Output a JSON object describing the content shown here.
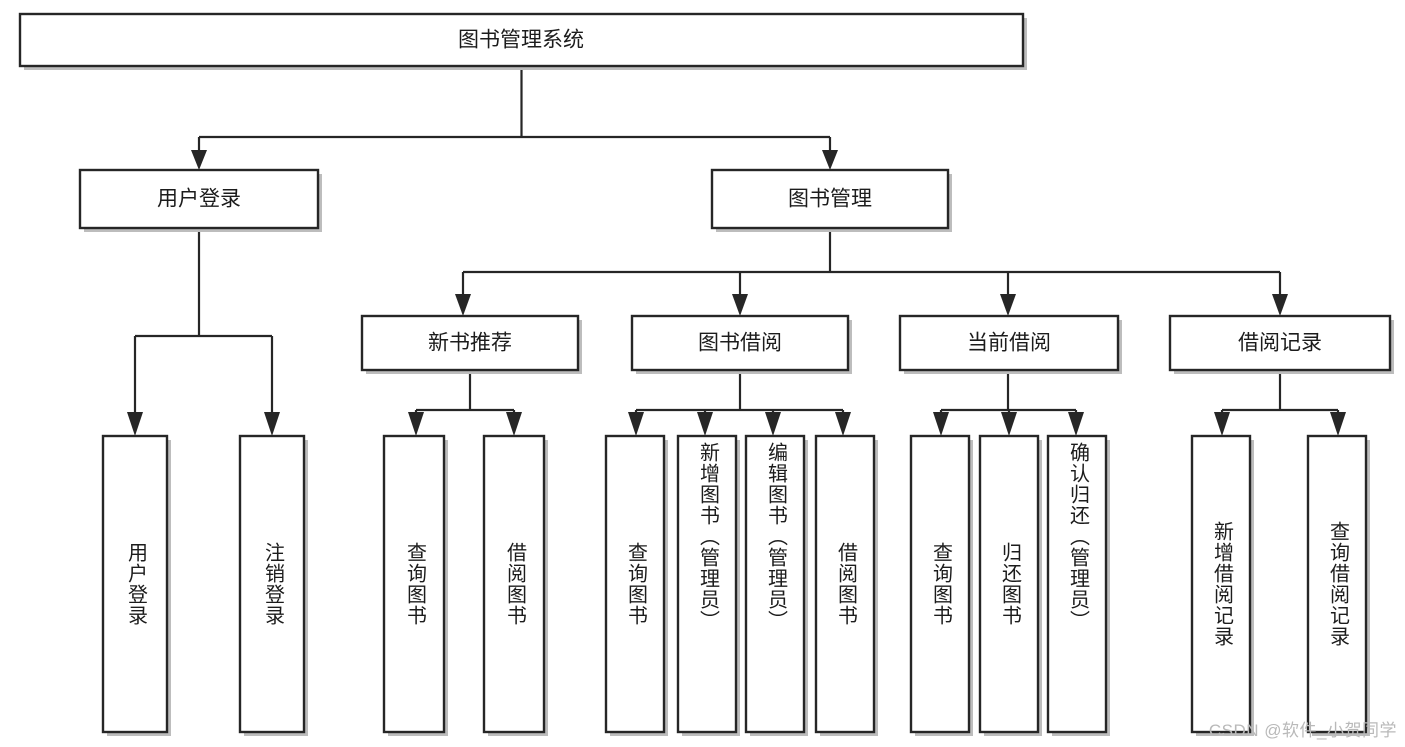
{
  "diagram": {
    "title": "图书管理系统",
    "type": "hierarchy-tree",
    "watermark": "CSDN @软件_小贺同学",
    "colors": {
      "stroke": "#262626",
      "fill": "#ffffff",
      "text": "#1c1c1c",
      "shadow": "#bdbdbd",
      "watermark": "#b9b9b9"
    },
    "levels": {
      "root": {
        "label": "图书管理系统"
      },
      "level2": [
        {
          "label": "用户登录"
        },
        {
          "label": "图书管理"
        }
      ],
      "level3": [
        {
          "label": "新书推荐"
        },
        {
          "label": "图书借阅"
        },
        {
          "label": "当前借阅"
        },
        {
          "label": "借阅记录"
        }
      ]
    },
    "leaves": {
      "user_login": [
        {
          "label": "用户登录"
        },
        {
          "label": "注销登录"
        }
      ],
      "new_book": [
        {
          "label": "查询图书"
        },
        {
          "label": "借阅图书"
        }
      ],
      "book_borrow": [
        {
          "label": "查询图书"
        },
        {
          "label": "新增图书（管理员）"
        },
        {
          "label": "编辑图书（管理员）"
        },
        {
          "label": "借阅图书"
        }
      ],
      "current_borrow": [
        {
          "label": "查询图书"
        },
        {
          "label": "归还图书"
        },
        {
          "label": "确认归还（管理员）"
        }
      ],
      "borrow_record": [
        {
          "label": "新增借阅记录"
        },
        {
          "label": "查询借阅记录"
        }
      ]
    }
  }
}
